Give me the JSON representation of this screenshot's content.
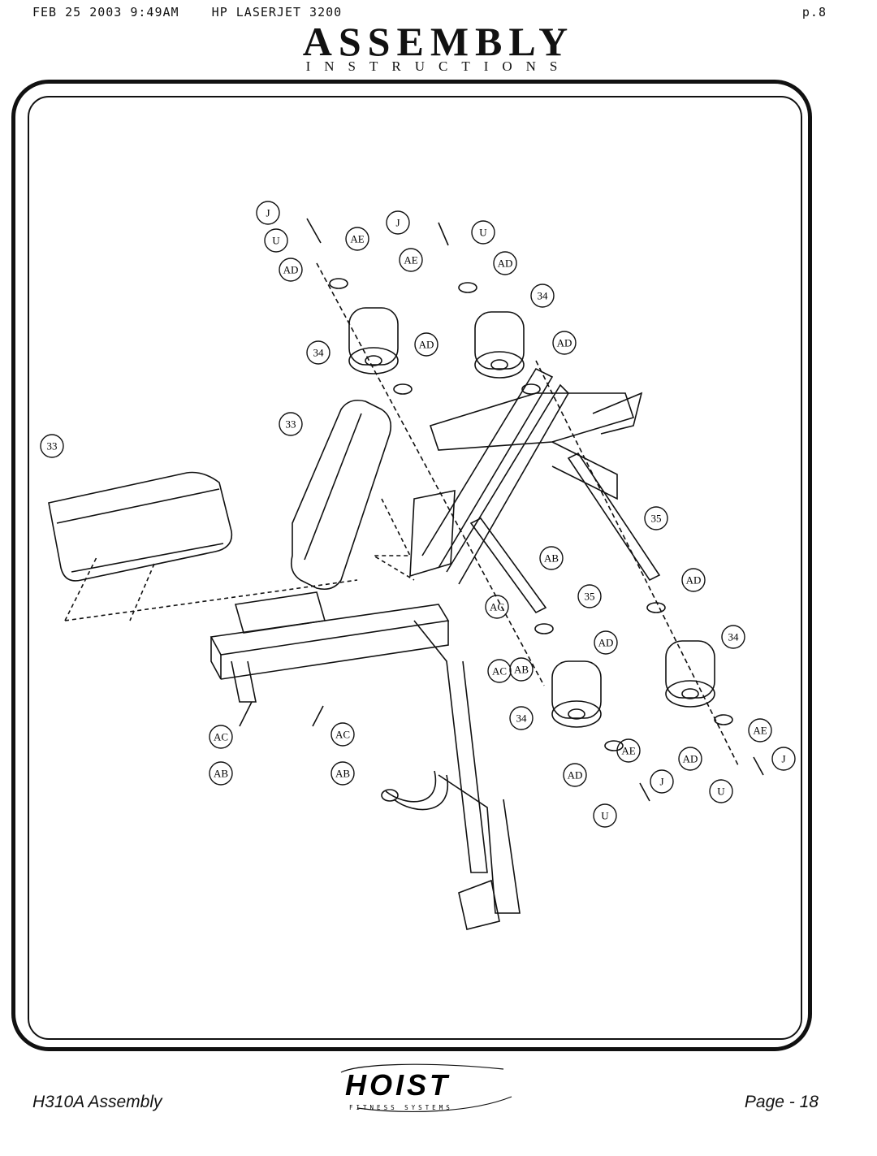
{
  "fax_header": {
    "left": "FEB 25 2003 9:49AM    HP LASERJET 3200",
    "right": "p.8"
  },
  "title": "ASSEMBLY",
  "subtitle": "INSTRUCTIONS",
  "diagram": {
    "callouts": [
      "J",
      "U",
      "AE",
      "AD",
      "J",
      "U",
      "AE",
      "AD",
      "34",
      "AD",
      "34",
      "AD",
      "33",
      "33",
      "35",
      "AB",
      "35",
      "AC",
      "AD",
      "AC",
      "AB",
      "AD",
      "34",
      "AC",
      "AB",
      "AC",
      "AB",
      "34",
      "AD",
      "AE",
      "J",
      "U",
      "AD",
      "AE",
      "J",
      "U"
    ]
  },
  "footer": {
    "model_label": "H310A Assembly",
    "page_label": "Page - 18",
    "logo_text": "HOIST",
    "logo_subtext": "FITNESS SYSTEMS"
  }
}
